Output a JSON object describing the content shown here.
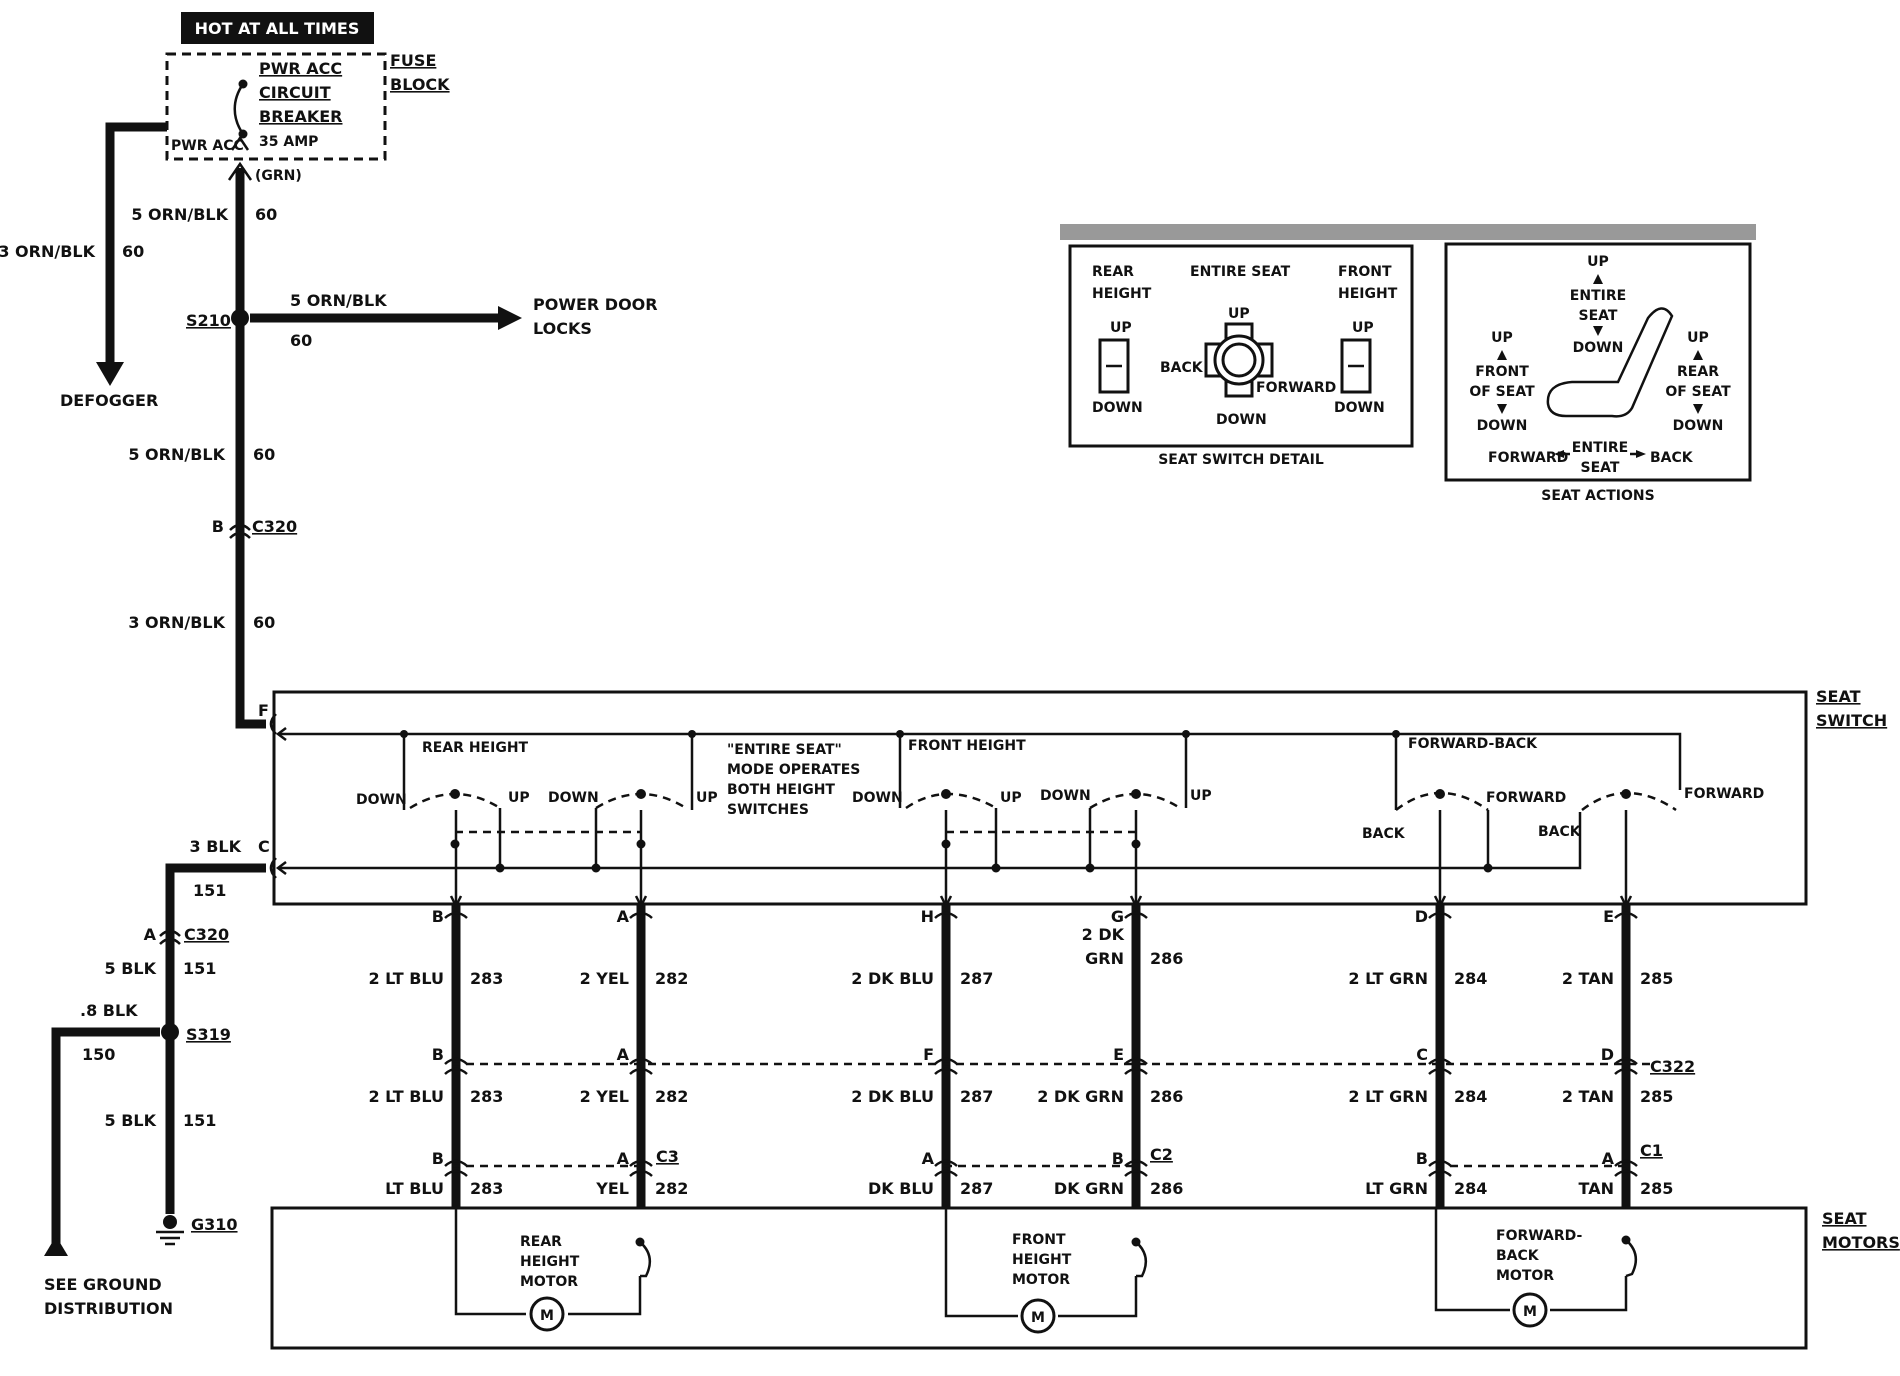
{
  "power": {
    "hot_label": "HOT AT ALL TIMES",
    "breaker_line1": "PWR ACC",
    "breaker_line2": "CIRCUIT",
    "breaker_line3": "BREAKER",
    "amp": "35 AMP",
    "pwr_acc": "PWR ACC",
    "fuse_line1": "FUSE",
    "fuse_line2": "BLOCK",
    "grn": "(GRN)"
  },
  "feed": {
    "w1_gauge": "5 ORN/BLK",
    "w1_num": "60",
    "defog_gauge": "3 ORN/BLK",
    "defog_num": "60",
    "defogger": "DEFOGGER",
    "s210": "S210",
    "pdl_gauge": "5 ORN/BLK",
    "pdl_num": "60",
    "pdl_line1": "POWER DOOR",
    "pdl_line2": "LOCKS",
    "w2_gauge": "5 ORN/BLK",
    "w2_num": "60",
    "c320_pin_b": "B",
    "c320": "C320",
    "w3_gauge": "3 ORN/BLK",
    "w3_num": "60",
    "pin_f": "F"
  },
  "ground": {
    "w1_gauge": "3 BLK",
    "pin_c": "C",
    "w1_num": "151",
    "c320_pin_a": "A",
    "c320": "C320",
    "w2_gauge": "5 BLK",
    "w2_num": "151",
    "w3_gauge": ".8 BLK",
    "w3_num": "150",
    "s319": "S319",
    "w4_gauge": "5 BLK",
    "w4_num": "151",
    "g310": "G310",
    "see1": "SEE GROUND",
    "see2": "DISTRIBUTION"
  },
  "switch_detail": {
    "rear1": "REAR",
    "rear2": "HEIGHT",
    "entire": "ENTIRE SEAT",
    "front1": "FRONT",
    "front2": "HEIGHT",
    "up_l": "UP",
    "down_l": "DOWN",
    "up_c": "UP",
    "back": "BACK",
    "forward": "FORWARD",
    "down_c": "DOWN",
    "up_r": "UP",
    "down_r": "DOWN",
    "caption": "SEAT SWITCH DETAIL"
  },
  "seat_actions": {
    "up_top": "UP",
    "entire1": "ENTIRE",
    "seat1": "SEAT",
    "down_top": "DOWN",
    "up_left": "UP",
    "front_of": "FRONT",
    "of_seat_l": "OF SEAT",
    "down_left": "DOWN",
    "up_right": "UP",
    "rear_of": "REAR",
    "of_seat_r": "OF SEAT",
    "down_right": "DOWN",
    "forward": "FORWARD",
    "entire2": "ENTIRE",
    "seat2": "SEAT",
    "back": "BACK",
    "caption": "SEAT ACTIONS"
  },
  "seat_switch": {
    "label1": "SEAT",
    "label2": "SWITCH",
    "rear_height": "REAR HEIGHT",
    "mode1": "\"ENTIRE SEAT\"",
    "mode2": "MODE OPERATES",
    "mode3": "BOTH HEIGHT",
    "mode4": "SWITCHES",
    "front_height": "FRONT HEIGHT",
    "forward_back": "FORWARD-BACK",
    "sw1_down": "DOWN",
    "sw1_up": "UP",
    "sw2_down": "DOWN",
    "sw2_up": "UP",
    "sw3_down": "DOWN",
    "sw3_up": "UP",
    "sw4_down": "DOWN",
    "sw4_up": "UP",
    "sw5_back": "BACK",
    "sw5_fwd": "FORWARD",
    "sw6_back": "BACK",
    "sw6_fwd": "FORWARD"
  },
  "wires": [
    {
      "pin_top": "B",
      "g1": "2 LT BLU",
      "n1": "283",
      "pin_mid": "B",
      "g2": "2 LT BLU",
      "n2": "283",
      "pin_bot": "B",
      "g3": "LT BLU",
      "n3": "283"
    },
    {
      "pin_top": "A",
      "g1": "2 YEL",
      "n1": "282",
      "pin_mid": "A",
      "g2": "2 YEL",
      "n2": "282",
      "pin_bot": "A",
      "g3": "YEL",
      "n3": "282"
    },
    {
      "pin_top": "H",
      "g1": "2 DK BLU",
      "n1": "287",
      "pin_mid": "F",
      "g2": "2 DK BLU",
      "n2": "287",
      "pin_bot": "A",
      "g3": "DK BLU",
      "n3": "287"
    },
    {
      "pin_top": "G",
      "g1a": "2 DK",
      "g1b": "GRN",
      "n1": "286",
      "pin_mid": "E",
      "g2": "2 DK GRN",
      "n2": "286",
      "pin_bot": "B",
      "g3": "DK GRN",
      "n3": "286"
    },
    {
      "pin_top": "D",
      "g1": "2 LT GRN",
      "n1": "284",
      "pin_mid": "C",
      "g2": "2 LT GRN",
      "n2": "284",
      "pin_bot": "B",
      "g3": "LT GRN",
      "n3": "284"
    },
    {
      "pin_top": "E",
      "g1": "2 TAN",
      "n1": "285",
      "pin_mid": "D",
      "g2": "2 TAN",
      "n2": "285",
      "pin_bot": "A",
      "g3": "TAN",
      "n3": "285"
    }
  ],
  "connectors": {
    "c322": "C322",
    "c3": "C3",
    "c2": "C2",
    "c1": "C1"
  },
  "motors": {
    "label1": "SEAT",
    "label2": "MOTORS",
    "rear1": "REAR",
    "rear2": "HEIGHT",
    "rear3": "MOTOR",
    "front1": "FRONT",
    "front2": "HEIGHT",
    "front3": "MOTOR",
    "fb1": "FORWARD-",
    "fb2": "BACK",
    "fb3": "MOTOR",
    "m": "M"
  }
}
